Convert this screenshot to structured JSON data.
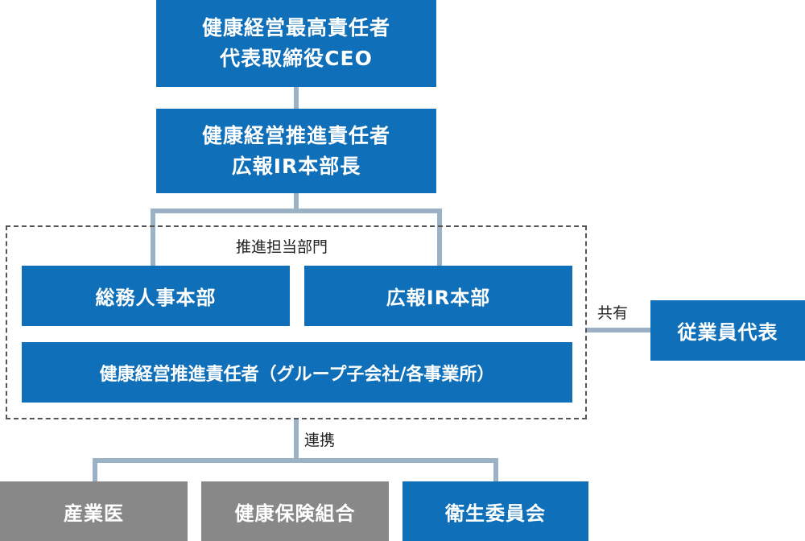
{
  "top": {
    "ceo_line1": "健康経営最高責任者",
    "ceo_line2": "代表取締役CEO",
    "promoter_line1": "健康経営推進責任者",
    "promoter_line2": "広報IR本部長"
  },
  "group": {
    "label": "推進担当部門",
    "dept_general": "総務人事本部",
    "dept_pr": "広報IR本部",
    "promoters_sub": "健康経営推進責任者（グループ子会社/各事業所）"
  },
  "side": {
    "share_label": "共有",
    "employee_rep": "従業員代表"
  },
  "bottom": {
    "link_label": "連携",
    "industrial_doctor": "産業医",
    "health_insurance": "健康保険組合",
    "health_committee": "衛生委員会"
  },
  "colors": {
    "box_blue": "#0f6fb8",
    "box_gray": "#888888",
    "connector": "#9bb1c6",
    "dashed_border": "#555555"
  }
}
